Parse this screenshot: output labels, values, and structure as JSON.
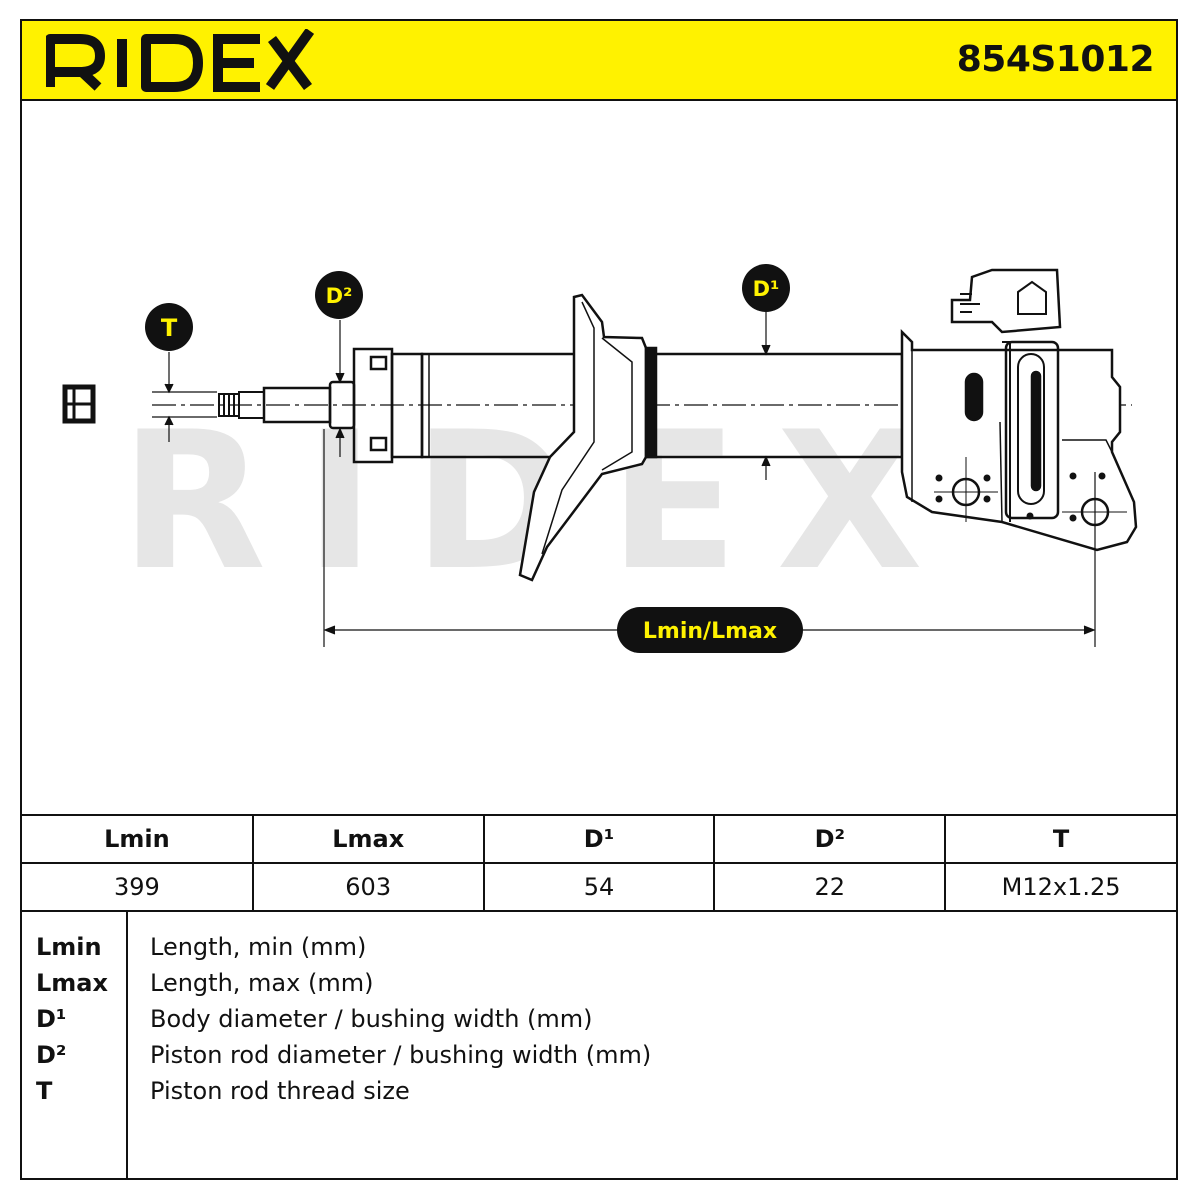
{
  "header": {
    "brand": "RIDEX",
    "part_number": "854S1012"
  },
  "callouts": {
    "t": "T",
    "d2": "D²",
    "d1": "D¹",
    "length": "Lmin/Lmax"
  },
  "watermark": "RIDEX",
  "colors": {
    "accent_yellow": "#fff200",
    "line": "#111111",
    "watermark_gray": "#e6e6e6"
  },
  "specs": {
    "headers": [
      "Lmin",
      "Lmax",
      "D¹",
      "D²",
      "T"
    ],
    "values": [
      "399",
      "603",
      "54",
      "22",
      "M12x1.25"
    ]
  },
  "legend": [
    {
      "key": "Lmin",
      "desc": "Length, min (mm)"
    },
    {
      "key": "Lmax",
      "desc": "Length, max (mm)"
    },
    {
      "key": "D¹",
      "desc": "Body diameter / bushing width (mm)"
    },
    {
      "key": "D²",
      "desc": "Piston rod diameter / bushing width (mm)"
    },
    {
      "key": "T",
      "desc": "Piston rod thread size"
    }
  ]
}
